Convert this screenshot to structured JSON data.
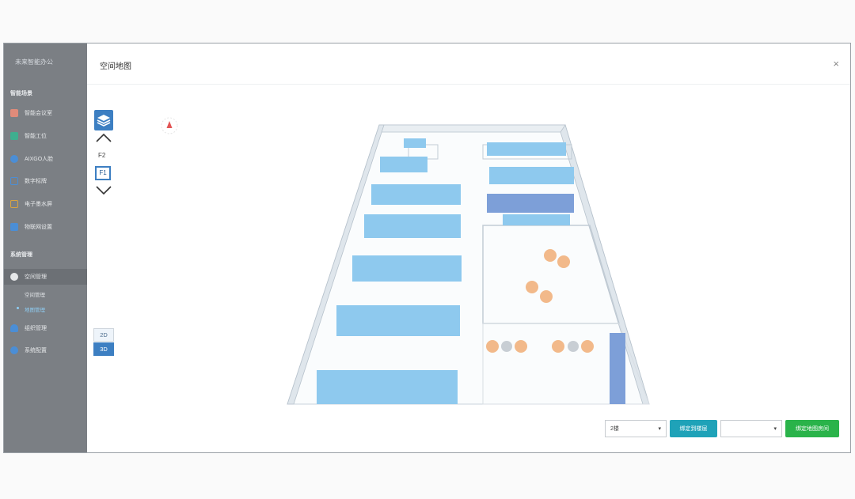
{
  "sidebar": {
    "title": "未来智能办公",
    "section1": "智能场景",
    "items": [
      {
        "label": "智能会议室",
        "color": "#e08b7a"
      },
      {
        "label": "智能工位",
        "color": "#3fae8f"
      },
      {
        "label": "AIXGO人脸",
        "color": "#4b8ed6"
      },
      {
        "label": "数字标牌",
        "color": "#4b8ed6"
      },
      {
        "label": "电子墨水屏",
        "color": "#d9a441"
      },
      {
        "label": "物联网设置",
        "color": "#4b8ed6"
      }
    ],
    "section2": "系统管理",
    "active_item": "空间管理",
    "sub_items": [
      {
        "label": "空间管理"
      },
      {
        "label": "地图管理"
      }
    ],
    "items2": [
      {
        "label": "组织管理",
        "color": "#4b8ed6"
      },
      {
        "label": "系统配置",
        "color": "#4b8ed6"
      }
    ]
  },
  "modal": {
    "title": "空间地图",
    "close_label": "×",
    "floors": [
      "F2",
      "F1"
    ],
    "current_floor": "F1",
    "views": [
      "2D",
      "3D"
    ],
    "active_view": "3D"
  },
  "controls": {
    "building_select": "2楼",
    "bind_floor_button": "绑定到楼层",
    "space_select": "",
    "bind_space_button": "绑定地图房间"
  },
  "colors": {
    "accent": "#3d7fc2",
    "teal_button": "#1fa2b8",
    "green_button": "#2ab34a",
    "desk": "#8ec9ee",
    "chair_orange": "#f2b98a"
  }
}
